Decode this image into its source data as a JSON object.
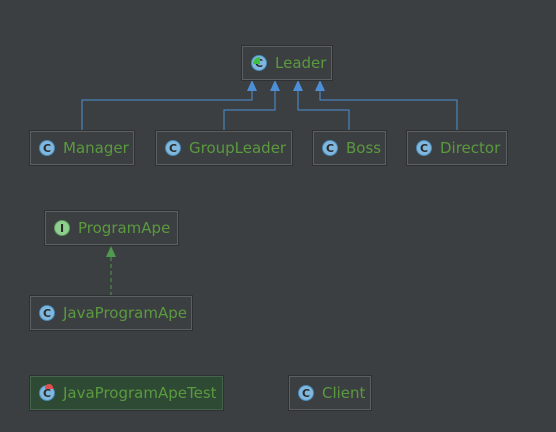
{
  "diagram": {
    "nodes": {
      "leader": {
        "label": "Leader",
        "kind": "abstract-class"
      },
      "manager": {
        "label": "Manager",
        "kind": "class"
      },
      "groupleader": {
        "label": "GroupLeader",
        "kind": "class"
      },
      "boss": {
        "label": "Boss",
        "kind": "class"
      },
      "director": {
        "label": "Director",
        "kind": "class"
      },
      "programape": {
        "label": "ProgramApe",
        "kind": "interface"
      },
      "javaprogramape": {
        "label": "JavaProgramApe",
        "kind": "class"
      },
      "javaprogramapetest": {
        "label": "JavaProgramApeTest",
        "kind": "test-class"
      },
      "client": {
        "label": "Client",
        "kind": "class"
      }
    },
    "icon_letters": {
      "class": "C",
      "interface": "I"
    },
    "edges": [
      {
        "from": "manager",
        "to": "leader",
        "type": "extends"
      },
      {
        "from": "groupleader",
        "to": "leader",
        "type": "extends"
      },
      {
        "from": "boss",
        "to": "leader",
        "type": "extends"
      },
      {
        "from": "director",
        "to": "leader",
        "type": "extends"
      },
      {
        "from": "javaprogramape",
        "to": "programape",
        "type": "implements"
      }
    ],
    "colors": {
      "background": "#3c3f41",
      "node_border": "#5b5f62",
      "label_text": "#5a9a3e",
      "extends_edge": "#4c8fd6",
      "implements_edge": "#4f9a4f"
    }
  }
}
